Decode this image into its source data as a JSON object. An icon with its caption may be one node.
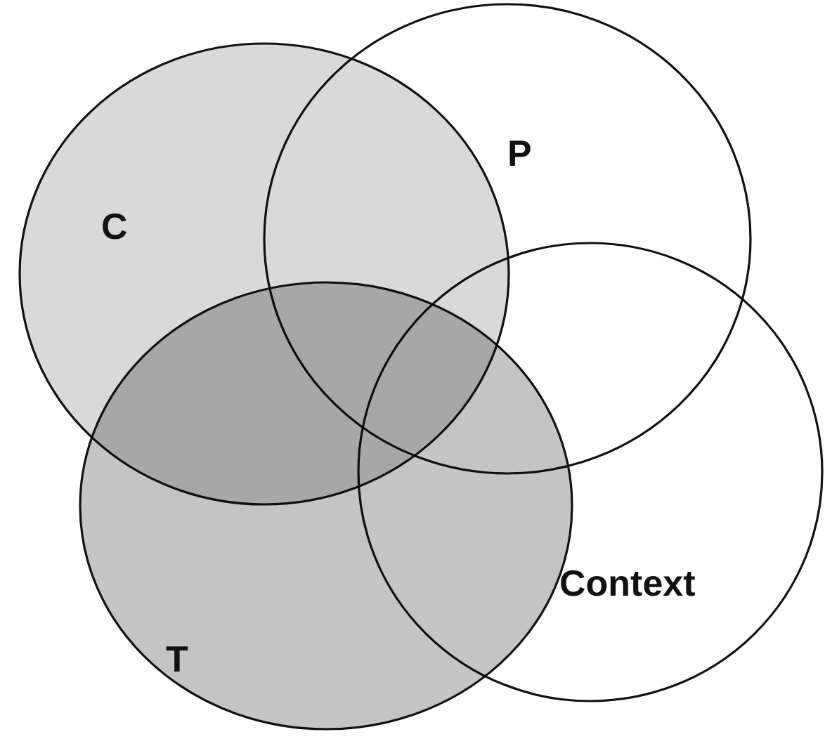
{
  "diagram": {
    "nodes": [
      {
        "text": [
          "C"
        ]
      },
      {
        "text": [
          "P"
        ]
      },
      {
        "text": [
          "T"
        ]
      },
      {
        "text": [
          "Context"
        ]
      }
    ]
  }
}
